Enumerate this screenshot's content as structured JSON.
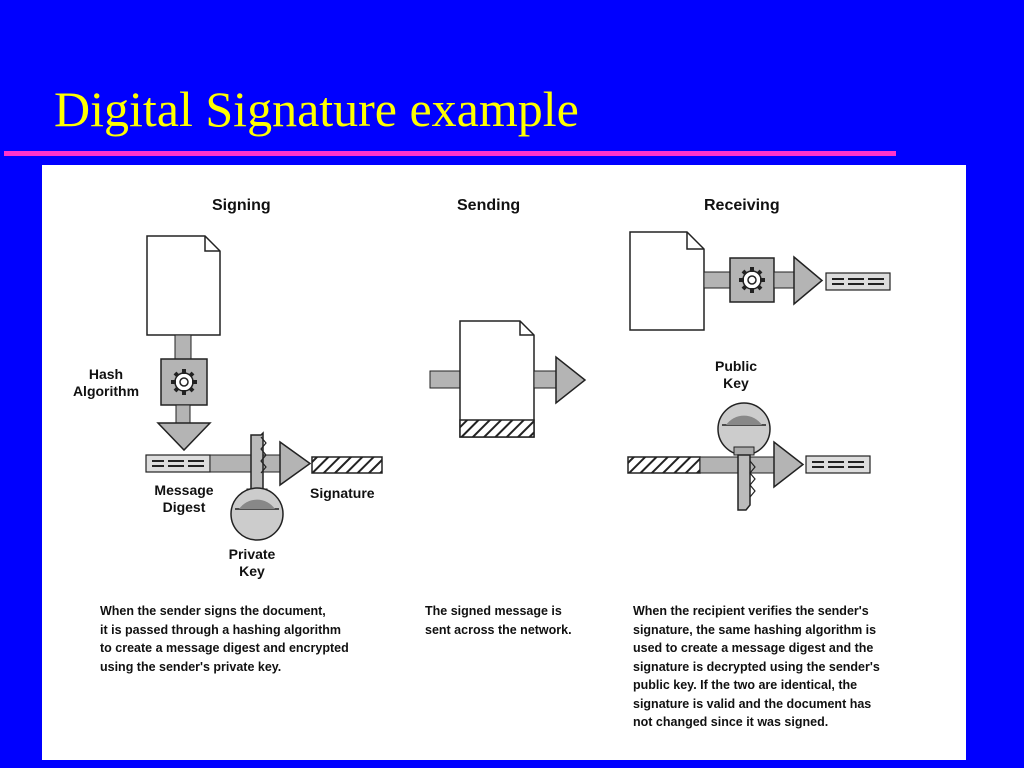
{
  "slide": {
    "title": "Digital Signature example"
  },
  "diagram": {
    "columns": {
      "signing": "Signing",
      "sending": "Sending",
      "receiving": "Receiving"
    },
    "labels": {
      "hash_algorithm": "Hash\nAlgorithm",
      "message_digest": "Message\nDigest",
      "signature": "Signature",
      "private_key": "Private\nKey",
      "public_key": "Public\nKey"
    },
    "captions": {
      "signing": "When the sender signs the document,\nit is passed through a hashing algorithm\nto create a message digest and encrypted\nusing the sender's private key.",
      "sending": "The signed message is\nsent across the network.",
      "receiving": "When the recipient verifies the sender's\nsignature, the same hashing algorithm is\nused to create a message digest and the\nsignature is decrypted using the sender's\npublic key. If the two are identical, the\nsignature is valid and the document has\nnot changed since it was signed."
    },
    "icons": [
      "document-icon",
      "gear-icon",
      "key-icon",
      "arrow-icon",
      "digest-bar-icon",
      "signature-bar-icon"
    ],
    "colors": {
      "background": "#0000ff",
      "title": "#ffff00",
      "rule": "#ff33cc",
      "connector_gray": "#b4b4b4",
      "hatch": "#222222"
    }
  }
}
